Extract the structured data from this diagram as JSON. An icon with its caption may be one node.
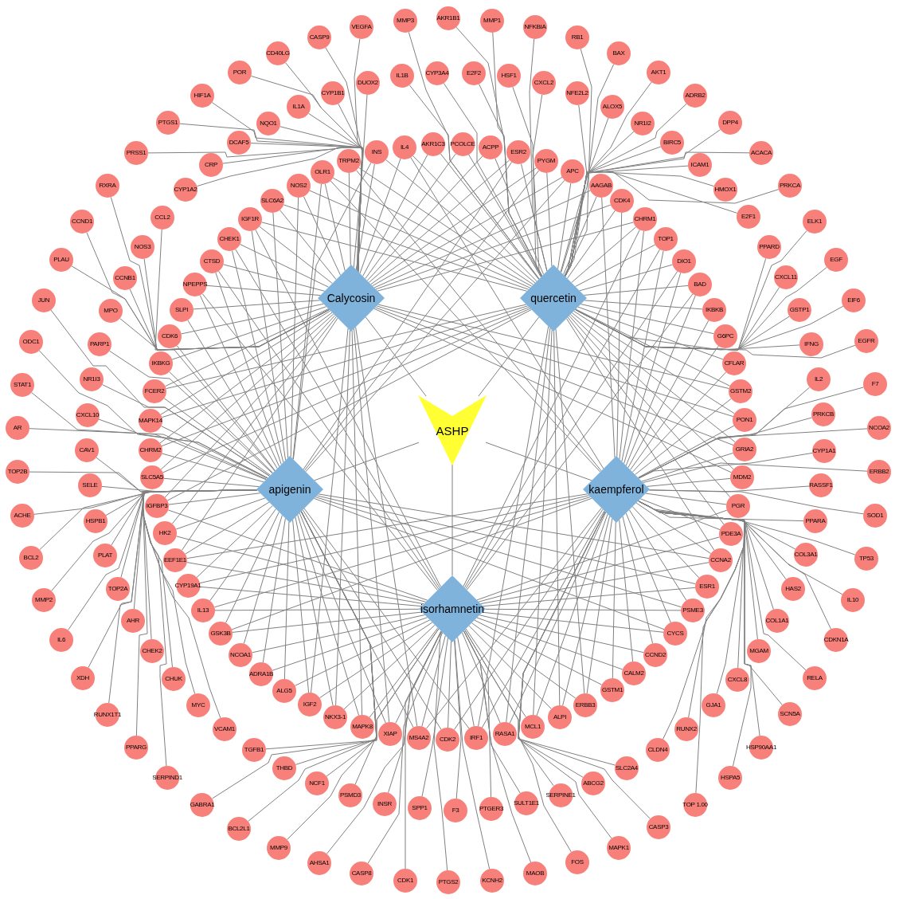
{
  "diagram": {
    "nodes": [
      {
        "text": [
          "ASHP"
        ]
      },
      {
        "text": [
          "Calycosin"
        ]
      },
      {
        "text": [
          "quercetin"
        ]
      },
      {
        "text": [
          "apigenin"
        ]
      },
      {
        "text": [
          "kaempferol"
        ]
      },
      {
        "text": [
          "isorhamnetin"
        ]
      },
      {
        "text": [
          "CASP9"
        ]
      },
      {
        "text": [
          "VEGFA"
        ]
      },
      {
        "text": [
          "MMP3"
        ]
      },
      {
        "text": [
          "AKR1B1"
        ]
      },
      {
        "text": [
          "MMP1"
        ]
      },
      {
        "text": [
          "NFKBIA"
        ]
      },
      {
        "text": [
          "RB1"
        ]
      },
      {
        "text": [
          "BAX"
        ]
      },
      {
        "text": [
          "CD40LG"
        ]
      },
      {
        "text": [
          "POR"
        ]
      },
      {
        "text": [
          "IL1B"
        ]
      },
      {
        "text": [
          "CYP3A4"
        ]
      },
      {
        "text": [
          "E2F2"
        ]
      },
      {
        "text": [
          "HSF1"
        ]
      },
      {
        "text": [
          "AKT1"
        ]
      },
      {
        "text": [
          "CXCL2"
        ]
      },
      {
        "text": [
          "DUOX2"
        ]
      },
      {
        "text": [
          "CYP1B1"
        ]
      },
      {
        "text": [
          "NFE2L2"
        ]
      },
      {
        "text": [
          "HIF1A"
        ]
      },
      {
        "text": [
          "ADRB2"
        ]
      },
      {
        "text": [
          "IL1A"
        ]
      },
      {
        "text": [
          "ALOX5"
        ]
      },
      {
        "text": [
          "PTGS1"
        ]
      },
      {
        "text": [
          "NQO1"
        ]
      },
      {
        "text": [
          "NR1I2"
        ]
      },
      {
        "text": [
          "DPP4"
        ]
      },
      {
        "text": [
          "DCAF5"
        ]
      },
      {
        "text": [
          "BIRC5"
        ]
      },
      {
        "text": [
          "AKR1C3"
        ]
      },
      {
        "text": [
          "PCOLCE"
        ]
      },
      {
        "text": [
          "IL4"
        ]
      },
      {
        "text": [
          "ACPP"
        ]
      },
      {
        "text": [
          "INS"
        ]
      },
      {
        "text": [
          "ESR2"
        ]
      },
      {
        "text": [
          "PRSS1"
        ]
      },
      {
        "text": [
          "ACACA"
        ]
      },
      {
        "text": [
          "TRPM2"
        ]
      },
      {
        "text": [
          "PYGM"
        ]
      },
      {
        "text": [
          "CRP"
        ]
      },
      {
        "text": [
          "ICAM1"
        ]
      },
      {
        "text": [
          "APC"
        ]
      },
      {
        "text": [
          "OLR1"
        ]
      },
      {
        "text": [
          "RXRA"
        ]
      },
      {
        "text": [
          "NOS2"
        ]
      },
      {
        "text": [
          "AAGAB"
        ]
      },
      {
        "text": [
          "PRKCA"
        ]
      },
      {
        "text": [
          "CYP1A2"
        ]
      },
      {
        "text": [
          "HMOX1"
        ]
      },
      {
        "text": [
          "SLC6A2"
        ]
      },
      {
        "text": [
          "CDK4"
        ]
      },
      {
        "text": [
          "E2F1"
        ]
      },
      {
        "text": [
          "CCL2"
        ]
      },
      {
        "text": [
          "IGF1R"
        ]
      },
      {
        "text": [
          "CHRM1"
        ]
      },
      {
        "text": [
          "ELK1"
        ]
      },
      {
        "text": [
          "CCND1"
        ]
      },
      {
        "text": [
          "CHEK1"
        ]
      },
      {
        "text": [
          "TOP1"
        ]
      },
      {
        "text": [
          "NOS3"
        ]
      },
      {
        "text": [
          "PPARD"
        ]
      },
      {
        "text": [
          "PLAU"
        ]
      },
      {
        "text": [
          "EGF"
        ]
      },
      {
        "text": [
          "CTSD"
        ]
      },
      {
        "text": [
          "DIO1"
        ]
      },
      {
        "text": [
          "CXCL11"
        ]
      },
      {
        "text": [
          "CCNB1"
        ]
      },
      {
        "text": [
          "NPEPPS"
        ]
      },
      {
        "text": [
          "BAD"
        ]
      },
      {
        "text": [
          "JUN"
        ]
      },
      {
        "text": [
          "EIF6"
        ]
      },
      {
        "text": [
          "MPO"
        ]
      },
      {
        "text": [
          "SLPI"
        ]
      },
      {
        "text": [
          "IKBKB"
        ]
      },
      {
        "text": [
          "GSTP1"
        ]
      },
      {
        "text": [
          "CDK6"
        ]
      },
      {
        "text": [
          "G6PC"
        ]
      },
      {
        "text": [
          "EGFR"
        ]
      },
      {
        "text": [
          "ODC1"
        ]
      },
      {
        "text": [
          "PARP1"
        ]
      },
      {
        "text": [
          "IFNG"
        ]
      },
      {
        "text": [
          "IKBKG"
        ]
      },
      {
        "text": [
          "CFLAR"
        ]
      },
      {
        "text": [
          "NR1I3"
        ]
      },
      {
        "text": [
          "IL2"
        ]
      },
      {
        "text": [
          "STAT1"
        ]
      },
      {
        "text": [
          "F7"
        ]
      },
      {
        "text": [
          "FCER2"
        ]
      },
      {
        "text": [
          "GSTM2"
        ]
      },
      {
        "text": [
          "PRKCB"
        ]
      },
      {
        "text": [
          "CXCL10"
        ]
      },
      {
        "text": [
          "PON1"
        ]
      },
      {
        "text": [
          "MAPK14"
        ]
      },
      {
        "text": [
          "AR"
        ]
      },
      {
        "text": [
          "NCOA2"
        ]
      },
      {
        "text": [
          "CAV1"
        ]
      },
      {
        "text": [
          "CHRM2"
        ]
      },
      {
        "text": [
          "GRIA2"
        ]
      },
      {
        "text": [
          "CYP1A1"
        ]
      },
      {
        "text": [
          "TOP2B"
        ]
      },
      {
        "text": [
          "ERBB2"
        ]
      },
      {
        "text": [
          "SLC5A5"
        ]
      },
      {
        "text": [
          "MDM2"
        ]
      },
      {
        "text": [
          "SELE"
        ]
      },
      {
        "text": [
          "RASSF1"
        ]
      },
      {
        "text": [
          "IGFBP3"
        ]
      },
      {
        "text": [
          "PGR"
        ]
      },
      {
        "text": [
          "ACHE"
        ]
      },
      {
        "text": [
          "SOD1"
        ]
      },
      {
        "text": [
          "HSPB1"
        ]
      },
      {
        "text": [
          "PPARA"
        ]
      },
      {
        "text": [
          "HK2"
        ]
      },
      {
        "text": [
          "PDE3A"
        ]
      },
      {
        "text": [
          "COL3A1"
        ]
      },
      {
        "text": [
          "PLAT"
        ]
      },
      {
        "text": [
          "BCL2"
        ]
      },
      {
        "text": [
          "TP53"
        ]
      },
      {
        "text": [
          "EEF1E1"
        ]
      },
      {
        "text": [
          "CCNA2"
        ]
      },
      {
        "text": [
          "CYP19A1"
        ]
      },
      {
        "text": [
          "ESR1"
        ]
      },
      {
        "text": [
          "TOP2A"
        ]
      },
      {
        "text": [
          "HAS2"
        ]
      },
      {
        "text": [
          "MMP2"
        ]
      },
      {
        "text": [
          "IL10"
        ]
      },
      {
        "text": [
          "IL13"
        ]
      },
      {
        "text": [
          "PSME3"
        ]
      },
      {
        "text": [
          "AHR"
        ]
      },
      {
        "text": [
          "COL1A1"
        ]
      },
      {
        "text": [
          "GSK3B"
        ]
      },
      {
        "text": [
          "CYCS"
        ]
      },
      {
        "text": [
          "IL6"
        ]
      },
      {
        "text": [
          "CDKN1A"
        ]
      },
      {
        "text": [
          "CHEK2"
        ]
      },
      {
        "text": [
          "MGAM"
        ]
      },
      {
        "text": [
          "NCOA1"
        ]
      },
      {
        "text": [
          "CCND2"
        ]
      },
      {
        "text": [
          "CALM2"
        ]
      },
      {
        "text": [
          "ADRA1B"
        ]
      },
      {
        "text": [
          "XDH"
        ]
      },
      {
        "text": [
          "RELA"
        ]
      },
      {
        "text": [
          "CHUK"
        ]
      },
      {
        "text": [
          "CXCL8"
        ]
      },
      {
        "text": [
          "GSTM1"
        ]
      },
      {
        "text": [
          "ALG5"
        ]
      },
      {
        "text": [
          "IGF2"
        ]
      },
      {
        "text": [
          "MYC"
        ]
      },
      {
        "text": [
          "GJA1"
        ]
      },
      {
        "text": [
          "ERBB3"
        ]
      },
      {
        "text": [
          "SCN5A"
        ]
      },
      {
        "text": [
          "RUNX1T1"
        ]
      },
      {
        "text": [
          "NKX3-1"
        ]
      },
      {
        "text": [
          "ALPI"
        ]
      },
      {
        "text": [
          "MAPK8"
        ]
      },
      {
        "text": [
          "MCL1"
        ]
      },
      {
        "text": [
          "VCAM1"
        ]
      },
      {
        "text": [
          "RUNX2"
        ]
      },
      {
        "text": [
          "XIAP"
        ]
      },
      {
        "text": [
          "RASA1"
        ]
      },
      {
        "text": [
          "MS4A2"
        ]
      },
      {
        "text": [
          "IRF1"
        ]
      },
      {
        "text": [
          "CDK2"
        ]
      },
      {
        "text": [
          "HSP90AA1"
        ]
      },
      {
        "text": [
          "PPARG"
        ]
      },
      {
        "text": [
          "TGFB1"
        ]
      },
      {
        "text": [
          "CLDN4"
        ]
      },
      {
        "text": [
          "THBD"
        ]
      },
      {
        "text": [
          "SLC2A4"
        ]
      },
      {
        "text": [
          "SERPIND1"
        ]
      },
      {
        "text": [
          "HSPA5"
        ]
      },
      {
        "text": [
          "NCF1"
        ]
      },
      {
        "text": [
          "ABCG2"
        ]
      },
      {
        "text": [
          "PSMD3"
        ]
      },
      {
        "text": [
          "SERPINE1"
        ]
      },
      {
        "text": [
          "SULT1E1"
        ]
      },
      {
        "text": [
          "INSR"
        ]
      },
      {
        "text": [
          "TOP 1.00"
        ]
      },
      {
        "text": [
          "GABRA1"
        ]
      },
      {
        "text": [
          "SPP1"
        ]
      },
      {
        "text": [
          "PTGER3"
        ]
      },
      {
        "text": [
          "F3"
        ]
      },
      {
        "text": [
          "BCL2L1"
        ]
      },
      {
        "text": [
          "CASP3"
        ]
      },
      {
        "text": [
          "MMP9"
        ]
      },
      {
        "text": [
          "MAPK1"
        ]
      },
      {
        "text": [
          "AHSA1"
        ]
      },
      {
        "text": [
          "FOS"
        ]
      },
      {
        "text": [
          "CASP8"
        ]
      },
      {
        "text": [
          "MAOB"
        ]
      },
      {
        "text": [
          "CDK1"
        ]
      },
      {
        "text": [
          "KCNH2"
        ]
      },
      {
        "text": [
          "PTGS2"
        ]
      }
    ],
    "edges": [
      {
        "from": 0,
        "to": 1,
        "arrow": "none"
      },
      {
        "from": 0,
        "to": 2,
        "arrow": "none"
      },
      {
        "from": 0,
        "to": 3,
        "arrow": "none"
      },
      {
        "from": 0,
        "to": 4,
        "arrow": "none"
      },
      {
        "from": 0,
        "to": 5,
        "arrow": "none"
      },
      {
        "from": 6,
        "to": 1,
        "arrow": "none"
      },
      {
        "from": 7,
        "to": 1,
        "arrow": "none"
      },
      {
        "from": 8,
        "to": 2,
        "arrow": "none"
      },
      {
        "from": 9,
        "to": 2,
        "arrow": "none"
      },
      {
        "from": 10,
        "to": 2,
        "arrow": "none"
      },
      {
        "from": 11,
        "to": 2,
        "arrow": "none"
      },
      {
        "from": 12,
        "to": 2,
        "arrow": "none"
      },
      {
        "from": 13,
        "to": 2,
        "arrow": "none"
      },
      {
        "from": 14,
        "to": 1,
        "arrow": "none"
      },
      {
        "from": 15,
        "to": 1,
        "arrow": "none"
      },
      {
        "from": 16,
        "to": 2,
        "arrow": "none"
      },
      {
        "from": 17,
        "to": 2,
        "arrow": "none"
      },
      {
        "from": 18,
        "to": 2,
        "arrow": "none"
      },
      {
        "from": 19,
        "to": 2,
        "arrow": "none"
      },
      {
        "from": 20,
        "to": 2,
        "arrow": "none"
      },
      {
        "from": 21,
        "to": 2,
        "arrow": "none"
      },
      {
        "from": 22,
        "to": 1,
        "arrow": "none"
      },
      {
        "from": 23,
        "to": 1,
        "arrow": "none"
      },
      {
        "from": 24,
        "to": 2,
        "arrow": "none"
      },
      {
        "from": 25,
        "to": 1,
        "arrow": "none"
      },
      {
        "from": 26,
        "to": 2,
        "arrow": "none"
      },
      {
        "from": 27,
        "to": 1,
        "arrow": "none"
      },
      {
        "from": 28,
        "to": 2,
        "arrow": "none"
      },
      {
        "from": 29,
        "to": 1,
        "arrow": "none"
      },
      {
        "from": 30,
        "to": 1,
        "arrow": "none"
      },
      {
        "from": 31,
        "to": 2,
        "arrow": "none"
      },
      {
        "from": 32,
        "to": 2,
        "arrow": "none"
      },
      {
        "from": 33,
        "to": 1,
        "arrow": "none"
      },
      {
        "from": 34,
        "to": 2,
        "arrow": "none"
      },
      {
        "from": 35,
        "to": 2,
        "arrow": "none"
      },
      {
        "from": 35,
        "to": 1,
        "arrow": "none"
      },
      {
        "from": 36,
        "to": 2,
        "arrow": "none"
      },
      {
        "from": 36,
        "to": 1,
        "arrow": "none"
      },
      {
        "from": 37,
        "to": 2,
        "arrow": "none"
      },
      {
        "from": 37,
        "to": 1,
        "arrow": "none"
      },
      {
        "from": 37,
        "to": 4,
        "arrow": "none"
      },
      {
        "from": 38,
        "to": 2,
        "arrow": "none"
      },
      {
        "from": 38,
        "to": 1,
        "arrow": "none"
      },
      {
        "from": 39,
        "to": 2,
        "arrow": "none"
      },
      {
        "from": 39,
        "to": 1,
        "arrow": "none"
      },
      {
        "from": 39,
        "to": 3,
        "arrow": "none"
      },
      {
        "from": 40,
        "to": 2,
        "arrow": "none"
      },
      {
        "from": 40,
        "to": 1,
        "arrow": "none"
      },
      {
        "from": 40,
        "to": 3,
        "arrow": "none"
      },
      {
        "from": 41,
        "to": 1,
        "arrow": "none"
      },
      {
        "from": 42,
        "to": 2,
        "arrow": "none"
      },
      {
        "from": 43,
        "to": 1,
        "arrow": "none"
      },
      {
        "from": 43,
        "to": 2,
        "arrow": "none"
      },
      {
        "from": 43,
        "to": 4,
        "arrow": "none"
      },
      {
        "from": 44,
        "to": 2,
        "arrow": "none"
      },
      {
        "from": 44,
        "to": 1,
        "arrow": "none"
      },
      {
        "from": 44,
        "to": 3,
        "arrow": "none"
      },
      {
        "from": 45,
        "to": 1,
        "arrow": "none"
      },
      {
        "from": 46,
        "to": 2,
        "arrow": "none"
      },
      {
        "from": 47,
        "to": 2,
        "arrow": "none"
      },
      {
        "from": 47,
        "to": 1,
        "arrow": "none"
      },
      {
        "from": 47,
        "to": 3,
        "arrow": "none"
      },
      {
        "from": 48,
        "to": 1,
        "arrow": "none"
      },
      {
        "from": 48,
        "to": 2,
        "arrow": "none"
      },
      {
        "from": 48,
        "to": 3,
        "arrow": "none"
      },
      {
        "from": 48,
        "to": 4,
        "arrow": "none"
      },
      {
        "from": 49,
        "to": 1,
        "arrow": "none"
      },
      {
        "from": 50,
        "to": 1,
        "arrow": "none"
      },
      {
        "from": 50,
        "to": 2,
        "arrow": "none"
      },
      {
        "from": 50,
        "to": 3,
        "arrow": "none"
      },
      {
        "from": 51,
        "to": 2,
        "arrow": "none"
      },
      {
        "from": 51,
        "to": 1,
        "arrow": "none"
      },
      {
        "from": 51,
        "to": 4,
        "arrow": "none"
      },
      {
        "from": 52,
        "to": 2,
        "arrow": "none"
      },
      {
        "from": 53,
        "to": 1,
        "arrow": "none"
      },
      {
        "from": 54,
        "to": 2,
        "arrow": "none"
      },
      {
        "from": 55,
        "to": 1,
        "arrow": "none"
      },
      {
        "from": 55,
        "to": 2,
        "arrow": "none"
      },
      {
        "from": 55,
        "to": 3,
        "arrow": "none"
      },
      {
        "from": 56,
        "to": 2,
        "arrow": "none"
      },
      {
        "from": 56,
        "to": 1,
        "arrow": "none"
      },
      {
        "from": 56,
        "to": 4,
        "arrow": "none"
      },
      {
        "from": 57,
        "to": 2,
        "arrow": "none"
      },
      {
        "from": 58,
        "to": 1,
        "arrow": "none"
      },
      {
        "from": 59,
        "to": 1,
        "arrow": "none"
      },
      {
        "from": 59,
        "to": 2,
        "arrow": "none"
      },
      {
        "from": 59,
        "to": 3,
        "arrow": "none"
      },
      {
        "from": 59,
        "to": 5,
        "arrow": "none"
      },
      {
        "from": 60,
        "to": 2,
        "arrow": "none"
      },
      {
        "from": 60,
        "to": 1,
        "arrow": "none"
      },
      {
        "from": 60,
        "to": 4,
        "arrow": "none"
      },
      {
        "from": 60,
        "to": 5,
        "arrow": "none"
      },
      {
        "from": 61,
        "to": 2,
        "arrow": "none"
      },
      {
        "from": 62,
        "to": 1,
        "arrow": "none"
      },
      {
        "from": 63,
        "to": 1,
        "arrow": "none"
      },
      {
        "from": 63,
        "to": 3,
        "arrow": "none"
      },
      {
        "from": 63,
        "to": 5,
        "arrow": "none"
      },
      {
        "from": 64,
        "to": 2,
        "arrow": "none"
      },
      {
        "from": 64,
        "to": 4,
        "arrow": "none"
      },
      {
        "from": 64,
        "to": 5,
        "arrow": "none"
      },
      {
        "from": 65,
        "to": 1,
        "arrow": "none"
      },
      {
        "from": 66,
        "to": 2,
        "arrow": "none"
      },
      {
        "from": 67,
        "to": 1,
        "arrow": "none"
      },
      {
        "from": 68,
        "to": 2,
        "arrow": "none"
      },
      {
        "from": 69,
        "to": 1,
        "arrow": "none"
      },
      {
        "from": 69,
        "to": 3,
        "arrow": "none"
      },
      {
        "from": 69,
        "to": 5,
        "arrow": "none"
      },
      {
        "from": 70,
        "to": 2,
        "arrow": "none"
      },
      {
        "from": 70,
        "to": 4,
        "arrow": "none"
      },
      {
        "from": 70,
        "to": 5,
        "arrow": "none"
      },
      {
        "from": 71,
        "to": 2,
        "arrow": "none"
      },
      {
        "from": 72,
        "to": 1,
        "arrow": "none"
      },
      {
        "from": 73,
        "to": 1,
        "arrow": "none"
      },
      {
        "from": 73,
        "to": 3,
        "arrow": "none"
      },
      {
        "from": 73,
        "to": 5,
        "arrow": "none"
      },
      {
        "from": 74,
        "to": 2,
        "arrow": "none"
      },
      {
        "from": 74,
        "to": 4,
        "arrow": "none"
      },
      {
        "from": 74,
        "to": 5,
        "arrow": "none"
      },
      {
        "from": 75,
        "to": 3,
        "arrow": "none"
      },
      {
        "from": 76,
        "to": 2,
        "arrow": "none"
      },
      {
        "from": 77,
        "to": 3,
        "arrow": "none"
      },
      {
        "from": 78,
        "to": 3,
        "arrow": "none"
      },
      {
        "from": 78,
        "to": 1,
        "arrow": "none"
      },
      {
        "from": 79,
        "to": 2,
        "arrow": "none"
      },
      {
        "from": 79,
        "to": 4,
        "arrow": "none"
      },
      {
        "from": 80,
        "to": 2,
        "arrow": "none"
      },
      {
        "from": 81,
        "to": 3,
        "arrow": "none"
      },
      {
        "from": 81,
        "to": 1,
        "arrow": "none"
      },
      {
        "from": 82,
        "to": 2,
        "arrow": "none"
      },
      {
        "from": 82,
        "to": 4,
        "arrow": "none"
      },
      {
        "from": 83,
        "to": 2,
        "arrow": "none"
      },
      {
        "from": 84,
        "to": 3,
        "arrow": "none"
      },
      {
        "from": 85,
        "to": 3,
        "arrow": "none"
      },
      {
        "from": 86,
        "to": 2,
        "arrow": "none"
      },
      {
        "from": 87,
        "to": 3,
        "arrow": "none"
      },
      {
        "from": 87,
        "to": 1,
        "arrow": "none"
      },
      {
        "from": 88,
        "to": 2,
        "arrow": "none"
      },
      {
        "from": 88,
        "to": 4,
        "arrow": "none"
      },
      {
        "from": 89,
        "to": 3,
        "arrow": "none"
      },
      {
        "from": 90,
        "to": 4,
        "arrow": "none"
      },
      {
        "from": 91,
        "to": 3,
        "arrow": "none"
      },
      {
        "from": 92,
        "to": 4,
        "arrow": "none"
      },
      {
        "from": 93,
        "to": 3,
        "arrow": "none"
      },
      {
        "from": 93,
        "to": 1,
        "arrow": "none"
      },
      {
        "from": 93,
        "to": 2,
        "arrow": "none"
      },
      {
        "from": 94,
        "to": 4,
        "arrow": "none"
      },
      {
        "from": 94,
        "to": 1,
        "arrow": "none"
      },
      {
        "from": 94,
        "to": 2,
        "arrow": "none"
      },
      {
        "from": 95,
        "to": 4,
        "arrow": "none"
      },
      {
        "from": 96,
        "to": 3,
        "arrow": "none"
      },
      {
        "from": 97,
        "to": 4,
        "arrow": "none"
      },
      {
        "from": 97,
        "to": 1,
        "arrow": "none"
      },
      {
        "from": 97,
        "to": 2,
        "arrow": "none"
      },
      {
        "from": 98,
        "to": 3,
        "arrow": "none"
      },
      {
        "from": 98,
        "to": 1,
        "arrow": "none"
      },
      {
        "from": 98,
        "to": 2,
        "arrow": "none"
      },
      {
        "from": 99,
        "to": 3,
        "arrow": "none"
      },
      {
        "from": 100,
        "to": 4,
        "arrow": "none"
      },
      {
        "from": 101,
        "to": 3,
        "arrow": "none"
      },
      {
        "from": 102,
        "to": 3,
        "arrow": "none"
      },
      {
        "from": 102,
        "to": 1,
        "arrow": "none"
      },
      {
        "from": 102,
        "to": 2,
        "arrow": "none"
      },
      {
        "from": 103,
        "to": 4,
        "arrow": "none"
      },
      {
        "from": 103,
        "to": 1,
        "arrow": "none"
      },
      {
        "from": 103,
        "to": 2,
        "arrow": "none"
      },
      {
        "from": 104,
        "to": 4,
        "arrow": "none"
      },
      {
        "from": 105,
        "to": 3,
        "arrow": "none"
      },
      {
        "from": 106,
        "to": 4,
        "arrow": "none"
      },
      {
        "from": 107,
        "to": 3,
        "arrow": "none"
      },
      {
        "from": 107,
        "to": 1,
        "arrow": "none"
      },
      {
        "from": 107,
        "to": 2,
        "arrow": "none"
      },
      {
        "from": 108,
        "to": 4,
        "arrow": "none"
      },
      {
        "from": 108,
        "to": 1,
        "arrow": "none"
      },
      {
        "from": 108,
        "to": 2,
        "arrow": "none"
      },
      {
        "from": 109,
        "to": 3,
        "arrow": "none"
      },
      {
        "from": 110,
        "to": 4,
        "arrow": "none"
      },
      {
        "from": 111,
        "to": 3,
        "arrow": "none"
      },
      {
        "from": 111,
        "to": 1,
        "arrow": "none"
      },
      {
        "from": 111,
        "to": 2,
        "arrow": "none"
      },
      {
        "from": 111,
        "to": 5,
        "arrow": "none"
      },
      {
        "from": 112,
        "to": 4,
        "arrow": "none"
      },
      {
        "from": 112,
        "to": 2,
        "arrow": "none"
      },
      {
        "from": 112,
        "to": 5,
        "arrow": "none"
      },
      {
        "from": 113,
        "to": 3,
        "arrow": "none"
      },
      {
        "from": 114,
        "to": 4,
        "arrow": "none"
      },
      {
        "from": 115,
        "to": 3,
        "arrow": "none"
      },
      {
        "from": 116,
        "to": 4,
        "arrow": "none"
      },
      {
        "from": 117,
        "to": 3,
        "arrow": "none"
      },
      {
        "from": 117,
        "to": 1,
        "arrow": "none"
      },
      {
        "from": 117,
        "to": 5,
        "arrow": "none"
      },
      {
        "from": 118,
        "to": 4,
        "arrow": "none"
      },
      {
        "from": 118,
        "to": 2,
        "arrow": "none"
      },
      {
        "from": 118,
        "to": 5,
        "arrow": "none"
      },
      {
        "from": 119,
        "to": 4,
        "arrow": "none"
      },
      {
        "from": 120,
        "to": 3,
        "arrow": "none"
      },
      {
        "from": 121,
        "to": 3,
        "arrow": "none"
      },
      {
        "from": 122,
        "to": 4,
        "arrow": "none"
      },
      {
        "from": 123,
        "to": 3,
        "arrow": "none"
      },
      {
        "from": 123,
        "to": 1,
        "arrow": "none"
      },
      {
        "from": 123,
        "to": 4,
        "arrow": "none"
      },
      {
        "from": 123,
        "to": 5,
        "arrow": "none"
      },
      {
        "from": 124,
        "to": 4,
        "arrow": "none"
      },
      {
        "from": 124,
        "to": 2,
        "arrow": "none"
      },
      {
        "from": 124,
        "to": 3,
        "arrow": "none"
      },
      {
        "from": 124,
        "to": 5,
        "arrow": "none"
      },
      {
        "from": 125,
        "to": 3,
        "arrow": "none"
      },
      {
        "from": 125,
        "to": 4,
        "arrow": "none"
      },
      {
        "from": 125,
        "to": 5,
        "arrow": "none"
      },
      {
        "from": 126,
        "to": 4,
        "arrow": "none"
      },
      {
        "from": 126,
        "to": 3,
        "arrow": "none"
      },
      {
        "from": 126,
        "to": 5,
        "arrow": "none"
      },
      {
        "from": 127,
        "to": 3,
        "arrow": "none"
      },
      {
        "from": 128,
        "to": 4,
        "arrow": "none"
      },
      {
        "from": 129,
        "to": 3,
        "arrow": "none"
      },
      {
        "from": 130,
        "to": 4,
        "arrow": "none"
      },
      {
        "from": 131,
        "to": 3,
        "arrow": "none"
      },
      {
        "from": 131,
        "to": 4,
        "arrow": "none"
      },
      {
        "from": 131,
        "to": 5,
        "arrow": "none"
      },
      {
        "from": 132,
        "to": 4,
        "arrow": "none"
      },
      {
        "from": 132,
        "to": 3,
        "arrow": "none"
      },
      {
        "from": 132,
        "to": 5,
        "arrow": "none"
      },
      {
        "from": 133,
        "to": 3,
        "arrow": "none"
      },
      {
        "from": 134,
        "to": 4,
        "arrow": "none"
      },
      {
        "from": 135,
        "to": 3,
        "arrow": "none"
      },
      {
        "from": 135,
        "to": 4,
        "arrow": "none"
      },
      {
        "from": 135,
        "to": 5,
        "arrow": "none"
      },
      {
        "from": 136,
        "to": 4,
        "arrow": "none"
      },
      {
        "from": 136,
        "to": 3,
        "arrow": "none"
      },
      {
        "from": 136,
        "to": 5,
        "arrow": "none"
      },
      {
        "from": 137,
        "to": 3,
        "arrow": "none"
      },
      {
        "from": 138,
        "to": 4,
        "arrow": "none"
      },
      {
        "from": 139,
        "to": 3,
        "arrow": "none"
      },
      {
        "from": 140,
        "to": 4,
        "arrow": "none"
      },
      {
        "from": 141,
        "to": 3,
        "arrow": "none"
      },
      {
        "from": 141,
        "to": 5,
        "arrow": "none"
      },
      {
        "from": 142,
        "to": 4,
        "arrow": "none"
      },
      {
        "from": 142,
        "to": 5,
        "arrow": "none"
      },
      {
        "from": 143,
        "to": 4,
        "arrow": "none"
      },
      {
        "from": 143,
        "to": 5,
        "arrow": "none"
      },
      {
        "from": 144,
        "to": 3,
        "arrow": "none"
      },
      {
        "from": 144,
        "to": 5,
        "arrow": "none"
      },
      {
        "from": 145,
        "to": 3,
        "arrow": "none"
      },
      {
        "from": 146,
        "to": 4,
        "arrow": "none"
      },
      {
        "from": 147,
        "to": 3,
        "arrow": "none"
      },
      {
        "from": 148,
        "to": 4,
        "arrow": "none"
      },
      {
        "from": 149,
        "to": 4,
        "arrow": "none"
      },
      {
        "from": 149,
        "to": 5,
        "arrow": "none"
      },
      {
        "from": 150,
        "to": 3,
        "arrow": "none"
      },
      {
        "from": 150,
        "to": 5,
        "arrow": "none"
      },
      {
        "from": 151,
        "to": 5,
        "arrow": "none"
      },
      {
        "from": 151,
        "to": 1,
        "arrow": "none"
      },
      {
        "from": 151,
        "to": 3,
        "arrow": "none"
      },
      {
        "from": 152,
        "to": 3,
        "arrow": "none"
      },
      {
        "from": 153,
        "to": 4,
        "arrow": "none"
      },
      {
        "from": 154,
        "to": 4,
        "arrow": "none"
      },
      {
        "from": 154,
        "to": 2,
        "arrow": "none"
      },
      {
        "from": 154,
        "to": 5,
        "arrow": "none"
      },
      {
        "from": 155,
        "to": 4,
        "arrow": "none"
      },
      {
        "from": 156,
        "to": 3,
        "arrow": "none"
      },
      {
        "from": 157,
        "to": 5,
        "arrow": "none"
      },
      {
        "from": 157,
        "to": 1,
        "arrow": "none"
      },
      {
        "from": 157,
        "to": 3,
        "arrow": "none"
      },
      {
        "from": 158,
        "to": 5,
        "arrow": "none"
      },
      {
        "from": 158,
        "to": 2,
        "arrow": "none"
      },
      {
        "from": 158,
        "to": 4,
        "arrow": "none"
      },
      {
        "from": 159,
        "to": 5,
        "arrow": "none"
      },
      {
        "from": 159,
        "to": 1,
        "arrow": "none"
      },
      {
        "from": 159,
        "to": 3,
        "arrow": "none"
      },
      {
        "from": 160,
        "to": 5,
        "arrow": "none"
      },
      {
        "from": 160,
        "to": 2,
        "arrow": "none"
      },
      {
        "from": 160,
        "to": 4,
        "arrow": "none"
      },
      {
        "from": 161,
        "to": 3,
        "arrow": "none"
      },
      {
        "from": 162,
        "to": 4,
        "arrow": "none"
      },
      {
        "from": 163,
        "to": 5,
        "arrow": "none"
      },
      {
        "from": 163,
        "to": 1,
        "arrow": "none"
      },
      {
        "from": 163,
        "to": 3,
        "arrow": "none"
      },
      {
        "from": 164,
        "to": 5,
        "arrow": "none"
      },
      {
        "from": 164,
        "to": 2,
        "arrow": "none"
      },
      {
        "from": 164,
        "to": 4,
        "arrow": "none"
      },
      {
        "from": 165,
        "to": 5,
        "arrow": "none"
      },
      {
        "from": 165,
        "to": 1,
        "arrow": "none"
      },
      {
        "from": 165,
        "to": 3,
        "arrow": "none"
      },
      {
        "from": 165,
        "to": 4,
        "arrow": "none"
      },
      {
        "from": 166,
        "to": 5,
        "arrow": "none"
      },
      {
        "from": 166,
        "to": 2,
        "arrow": "none"
      },
      {
        "from": 166,
        "to": 3,
        "arrow": "none"
      },
      {
        "from": 166,
        "to": 4,
        "arrow": "none"
      },
      {
        "from": 167,
        "to": 5,
        "arrow": "none"
      },
      {
        "from": 167,
        "to": 3,
        "arrow": "none"
      },
      {
        "from": 167,
        "to": 4,
        "arrow": "none"
      },
      {
        "from": 168,
        "to": 4,
        "arrow": "none"
      },
      {
        "from": 169,
        "to": 3,
        "arrow": "none"
      },
      {
        "from": 170,
        "to": 3,
        "arrow": "none"
      },
      {
        "from": 171,
        "to": 4,
        "arrow": "none"
      },
      {
        "from": 172,
        "to": 3,
        "arrow": "none"
      },
      {
        "from": 173,
        "to": 4,
        "arrow": "none"
      },
      {
        "from": 174,
        "to": 3,
        "arrow": "none"
      },
      {
        "from": 175,
        "to": 4,
        "arrow": "none"
      },
      {
        "from": 176,
        "to": 5,
        "arrow": "none"
      },
      {
        "from": 177,
        "to": 4,
        "arrow": "none"
      },
      {
        "from": 178,
        "to": 5,
        "arrow": "none"
      },
      {
        "from": 179,
        "to": 5,
        "arrow": "none"
      },
      {
        "from": 180,
        "to": 5,
        "arrow": "none"
      },
      {
        "from": 181,
        "to": 5,
        "arrow": "none"
      },
      {
        "from": 182,
        "to": 4,
        "arrow": "none"
      },
      {
        "from": 183,
        "to": 3,
        "arrow": "none"
      },
      {
        "from": 184,
        "to": 5,
        "arrow": "none"
      },
      {
        "from": 185,
        "to": 5,
        "arrow": "none"
      },
      {
        "from": 186,
        "to": 5,
        "arrow": "none"
      },
      {
        "from": 187,
        "to": 3,
        "arrow": "none"
      },
      {
        "from": 188,
        "to": 4,
        "arrow": "none"
      },
      {
        "from": 189,
        "to": 3,
        "arrow": "none"
      },
      {
        "from": 190,
        "to": 4,
        "arrow": "none"
      },
      {
        "from": 191,
        "to": 5,
        "arrow": "none"
      },
      {
        "from": 192,
        "to": 5,
        "arrow": "none"
      },
      {
        "from": 193,
        "to": 5,
        "arrow": "none"
      },
      {
        "from": 194,
        "to": 5,
        "arrow": "none"
      },
      {
        "from": 195,
        "to": 5,
        "arrow": "none"
      },
      {
        "from": 196,
        "to": 5,
        "arrow": "none"
      },
      {
        "from": 197,
        "to": 5,
        "arrow": "none"
      }
    ]
  }
}
